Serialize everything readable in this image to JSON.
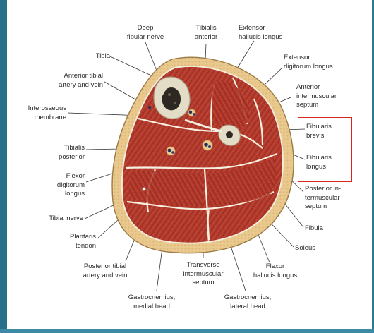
{
  "labels": {
    "deep_fibular_nerve": "Deep\nfibular nerve",
    "tibialis_anterior": "Tibialis\nanterior",
    "extensor_hallucis_longus": "Extensor\nhallucis longus",
    "tibia": "Tibia",
    "extensor_digitorum_longus": "Extensor\ndigitorum longus",
    "anterior_tibial_artery_vein": "Anterior tibial\nartery and vein",
    "anterior_intermuscular_septum": "Anterior\nintermuscular\nseptum",
    "interosseous_membrane": "Interosseous\nmembrane",
    "fibularis_brevis": "Fibularis\nbrevis",
    "fibularis_longus": "Fibularis\nlongus",
    "tibialis_posterior": "Tibialis\nposterior",
    "flexor_digitorum_longus": "Flexor\ndigitorum\nlongus",
    "posterior_intermuscular_septum": "Posterior in-\ntermuscular\nseptum",
    "tibial_nerve": "Tibial nerve",
    "fibula": "Fibula",
    "plantaris_tendon": "Plantaris\ntendon",
    "soleus": "Soleus",
    "posterior_tibial_artery_vein": "Posterior tibial\nartery and vein",
    "transverse_intermuscular_septum": "Transverse\nintermuscular\nseptum",
    "flexor_hallucis_longus": "Flexor\nhallucis longus",
    "gastrocnemius_medial": "Gastrocnemius,\nmedial head",
    "gastrocnemius_lateral": "Gastrocnemius,\nlateral head"
  },
  "colors": {
    "muscle": "#b23a2c",
    "fat": "#e9c98e",
    "bone": "#e3dcc6",
    "highlight": "#d9261c",
    "frame": "#2f7f9b"
  }
}
